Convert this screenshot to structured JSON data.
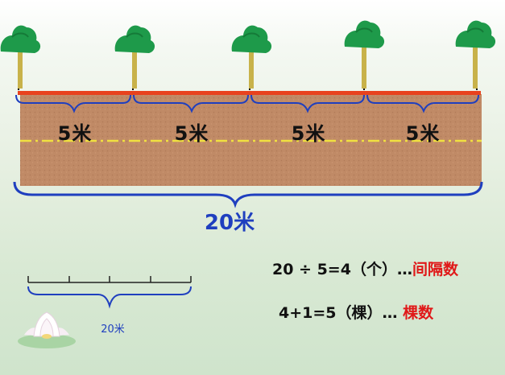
{
  "segments": {
    "labels": [
      "5米",
      "5米",
      "5米",
      "5米"
    ]
  },
  "total": {
    "label": "20米"
  },
  "small_ruler": {
    "label": "20米"
  },
  "equations": [
    {
      "text": "20 ÷ 5=4（个）…",
      "highlight": "间隔数"
    },
    {
      "text": "4+1=5（棵）… ",
      "highlight": "棵数"
    }
  ],
  "colors": {
    "road": "#c08a66",
    "road_edge": "#e8421e",
    "brace": "#1f3fbf",
    "highlight": "#e01818",
    "tree_leaves": "#1e9a4a",
    "tree_trunk": "#c8b24a",
    "center_line": "#f0e040"
  },
  "icons": [
    "tree-icon",
    "lotus-icon"
  ]
}
